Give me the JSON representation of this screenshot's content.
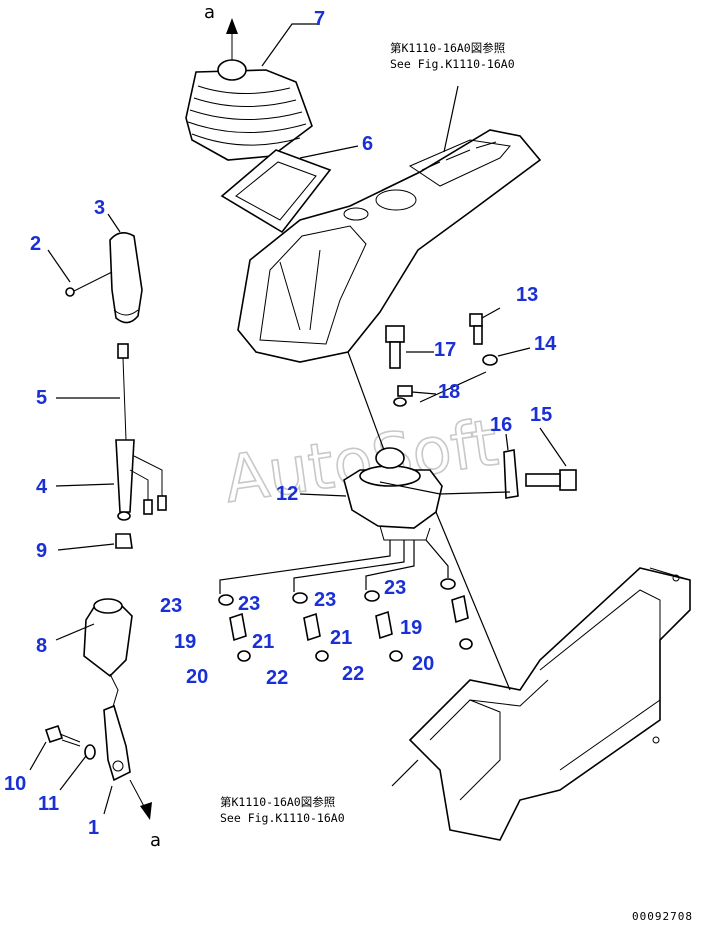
{
  "diagram": {
    "parts": [
      {
        "id": "1",
        "label": "1"
      },
      {
        "id": "2",
        "label": "2"
      },
      {
        "id": "3",
        "label": "3"
      },
      {
        "id": "4",
        "label": "4"
      },
      {
        "id": "5",
        "label": "5"
      },
      {
        "id": "6",
        "label": "6"
      },
      {
        "id": "7",
        "label": "7"
      },
      {
        "id": "8",
        "label": "8"
      },
      {
        "id": "9",
        "label": "9"
      },
      {
        "id": "10",
        "label": "10"
      },
      {
        "id": "11",
        "label": "11"
      },
      {
        "id": "12",
        "label": "12"
      },
      {
        "id": "13",
        "label": "13"
      },
      {
        "id": "14",
        "label": "14"
      },
      {
        "id": "15",
        "label": "15"
      },
      {
        "id": "16",
        "label": "16"
      },
      {
        "id": "17",
        "label": "17"
      },
      {
        "id": "18",
        "label": "18"
      },
      {
        "id": "19a",
        "label": "19"
      },
      {
        "id": "19b",
        "label": "19"
      },
      {
        "id": "20a",
        "label": "20"
      },
      {
        "id": "20b",
        "label": "20"
      },
      {
        "id": "21a",
        "label": "21"
      },
      {
        "id": "21b",
        "label": "21"
      },
      {
        "id": "22a",
        "label": "22"
      },
      {
        "id": "22b",
        "label": "22"
      },
      {
        "id": "23a",
        "label": "23"
      },
      {
        "id": "23b",
        "label": "23"
      },
      {
        "id": "23c",
        "label": "23"
      },
      {
        "id": "23d",
        "label": "23"
      }
    ],
    "references": {
      "top_jp": "第K1110-16A0図参照",
      "top_en": "See Fig.K1110-16A0",
      "bottom_jp": "第K1110-16A0図参照",
      "bottom_en": "See Fig.K1110-16A0"
    },
    "connectors": {
      "top": "a",
      "bottom": "a"
    },
    "watermark": "AutoSoft",
    "document_number": "00092708"
  },
  "colors": {
    "label_blue": "#1a2fd6",
    "line": "#000000",
    "watermark": "#c8c8c8"
  }
}
